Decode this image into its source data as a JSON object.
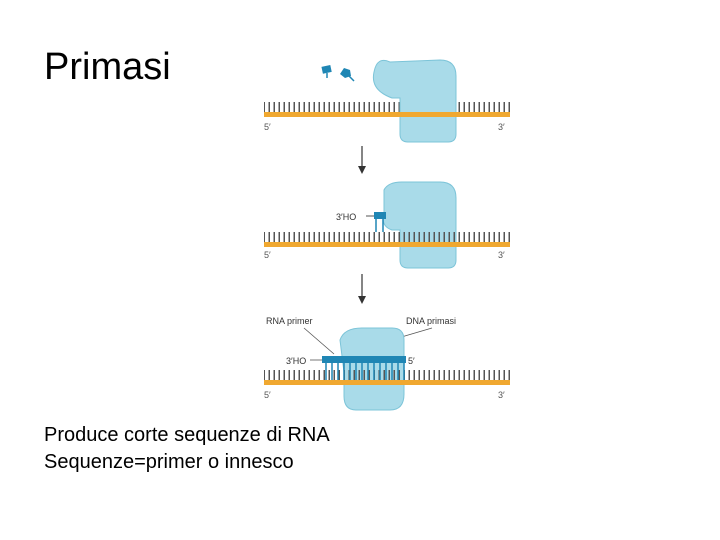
{
  "slide": {
    "title": "Primasi",
    "body_lines": [
      "Produce corte sequenze di RNA",
      "Sequenze=primer o innesco"
    ]
  },
  "figure": {
    "five_prime": "5′",
    "three_prime": "3′",
    "three_oh": "3′HO",
    "rna_primer_label": "RNA primer",
    "dna_primase_label": "DNA primasi",
    "colors": {
      "dna_strand": "#f0a830",
      "dna_tick": "#555555",
      "enzyme": "#a9dbe9",
      "enzyme_edge": "#5ab0c8",
      "primer": "#1f86b4",
      "arrow": "#333333"
    }
  }
}
